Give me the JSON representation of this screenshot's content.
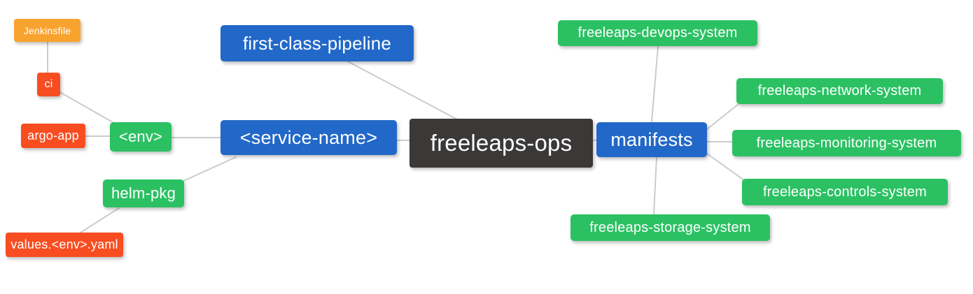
{
  "palette": {
    "blue": "#2268C8",
    "green": "#2BC163",
    "red": "#F84D21",
    "orange": "#F9A32F",
    "dark": "#3B3838",
    "edge": "#CCCCCC",
    "text": "#FFFFFF",
    "background": "#FFFFFF"
  },
  "nodes": {
    "freeleaps_ops": {
      "label": "freeleaps-ops",
      "color": "dark"
    },
    "first_class_pipeline": {
      "label": "first-class-pipeline",
      "color": "blue"
    },
    "service_name": {
      "label": "<service-name>",
      "color": "blue"
    },
    "manifests": {
      "label": "manifests",
      "color": "blue"
    },
    "env": {
      "label": "<env>",
      "color": "green"
    },
    "helm_pkg": {
      "label": "helm-pkg",
      "color": "green"
    },
    "ci": {
      "label": "ci",
      "color": "red"
    },
    "argo_app": {
      "label": "argo-app",
      "color": "red"
    },
    "values_env_yaml": {
      "label": "values.<env>.yaml",
      "color": "red"
    },
    "jenkinsfile": {
      "label": "Jenkinsfile",
      "color": "orange"
    },
    "devops_system": {
      "label": "freeleaps-devops-system",
      "color": "green"
    },
    "network_system": {
      "label": "freeleaps-network-system",
      "color": "green"
    },
    "monitoring_system": {
      "label": "freeleaps-monitoring-system",
      "color": "green"
    },
    "controls_system": {
      "label": "freeleaps-controls-system",
      "color": "green"
    },
    "storage_system": {
      "label": "freeleaps-storage-system",
      "color": "green"
    }
  },
  "edges": [
    {
      "from": "jenkinsfile",
      "to": "ci"
    },
    {
      "from": "ci",
      "to": "env"
    },
    {
      "from": "argo_app",
      "to": "env"
    },
    {
      "from": "env",
      "to": "service_name"
    },
    {
      "from": "helm_pkg",
      "to": "service_name"
    },
    {
      "from": "values_env_yaml",
      "to": "helm_pkg"
    },
    {
      "from": "first_class_pipeline",
      "to": "freeleaps_ops"
    },
    {
      "from": "service_name",
      "to": "freeleaps_ops"
    },
    {
      "from": "freeleaps_ops",
      "to": "manifests"
    },
    {
      "from": "manifests",
      "to": "devops_system"
    },
    {
      "from": "manifests",
      "to": "network_system"
    },
    {
      "from": "manifests",
      "to": "monitoring_system"
    },
    {
      "from": "manifests",
      "to": "controls_system"
    },
    {
      "from": "manifests",
      "to": "storage_system"
    }
  ]
}
